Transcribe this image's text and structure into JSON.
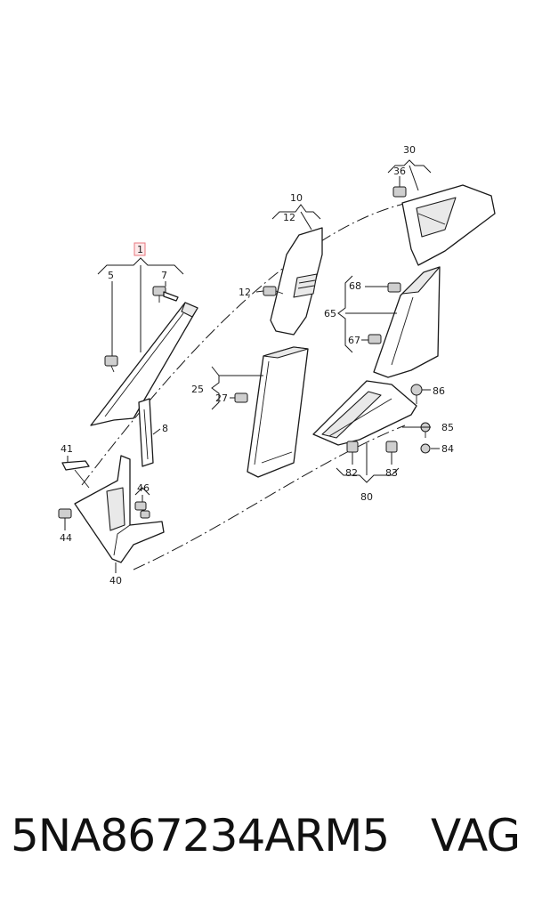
{
  "labels": {
    "l1": "1",
    "l5": "5",
    "l7": "7",
    "l8": "8",
    "l10": "10",
    "l12a": "12",
    "l12b": "12",
    "l25": "25",
    "l27": "27",
    "l30": "30",
    "l36": "36",
    "l40": "40",
    "l41": "41",
    "l44": "44",
    "l46": "46",
    "l65": "65",
    "l67": "67",
    "l68": "68",
    "l80": "80",
    "l82": "82",
    "l83": "83",
    "l84": "84",
    "l85": "85",
    "l86": "86"
  },
  "colors": {
    "highlight_border": "#e8777f",
    "highlight_fill": "#fde9ea",
    "ink": "#1a1a1a"
  },
  "footer": {
    "part_number": "5NA867234ARM5",
    "vendor": "VAG"
  }
}
